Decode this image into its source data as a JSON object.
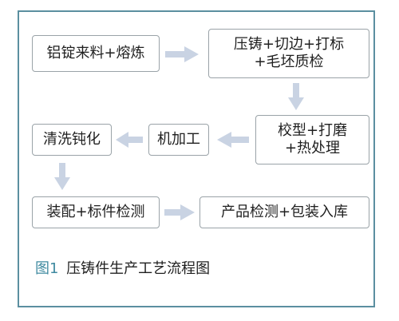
{
  "diagram": {
    "nodes": [
      {
        "id": "melting",
        "label": "铝锭来料+熔炼"
      },
      {
        "id": "die-casting",
        "label": "压铸+切边+打标+毛坯质检"
      },
      {
        "id": "calibration",
        "label": "校型+打磨+热处理"
      },
      {
        "id": "machining",
        "label": "机加工"
      },
      {
        "id": "passivation",
        "label": "清洗钝化"
      },
      {
        "id": "assembly",
        "label": "装配+标件检测"
      },
      {
        "id": "final-inspection",
        "label": "产品检测+包装入库"
      }
    ],
    "edges": [
      {
        "from": "melting",
        "to": "die-casting"
      },
      {
        "from": "die-casting",
        "to": "calibration"
      },
      {
        "from": "calibration",
        "to": "machining"
      },
      {
        "from": "machining",
        "to": "passivation"
      },
      {
        "from": "passivation",
        "to": "assembly"
      },
      {
        "from": "assembly",
        "to": "final-inspection"
      }
    ],
    "arrow_color": "#c9d3e3",
    "frame_color": "#5b8fa0"
  },
  "caption": {
    "figure_label": "图1",
    "title": "压铸件生产工艺流程图",
    "label_color": "#3f8aa0"
  }
}
